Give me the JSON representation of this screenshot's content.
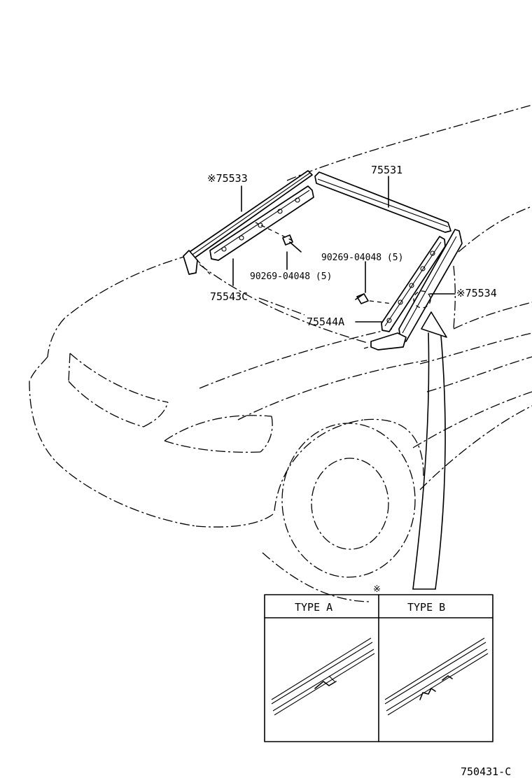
{
  "callouts": {
    "p75533": "※75533",
    "p75531": "75531",
    "bolt_right": "90269-04048 (5)",
    "bolt_left": "90269-04048 (5)",
    "p75543C": "75543C",
    "p75534": "※75534",
    "p75544A": "75544A"
  },
  "detail_table": {
    "marker": "※",
    "type_a": "TYPE A",
    "type_b": "TYPE B"
  },
  "figure_code": "750431-C"
}
